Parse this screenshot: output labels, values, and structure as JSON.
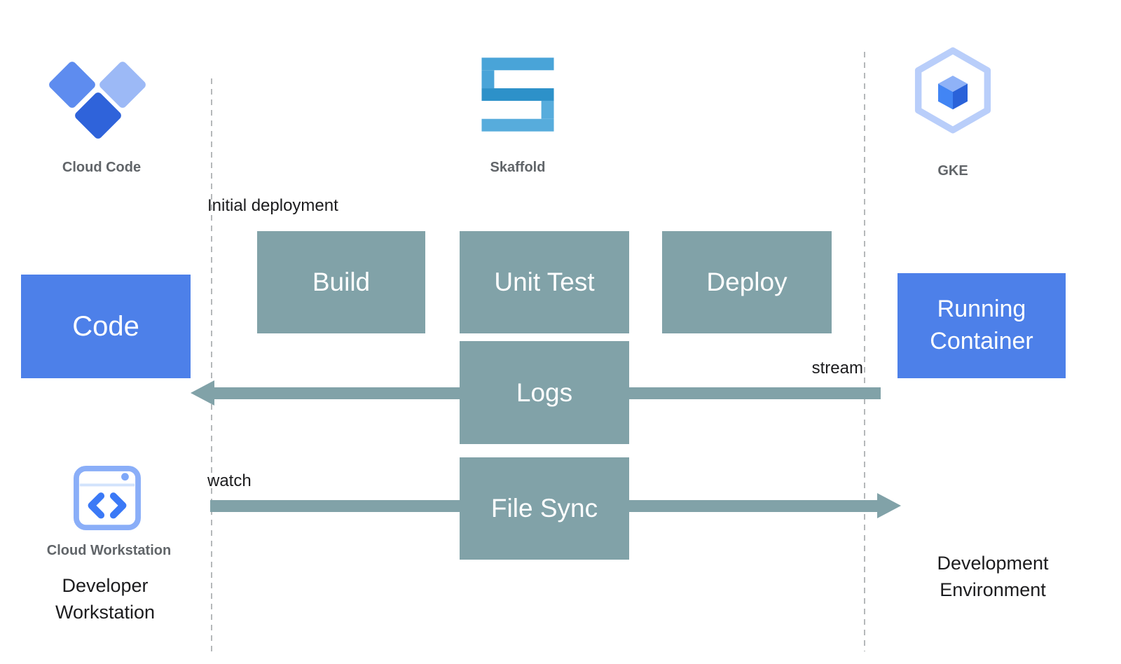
{
  "colors": {
    "blue": "#4d80e9",
    "teal": "#81a2a8",
    "caption_gray": "#616569",
    "text_dark": "#1c1c1e",
    "dash": "#b5b8ba",
    "cc_d1": "#5e8cef",
    "cc_d2": "#9cb9f6",
    "cc_d3": "#2f63da",
    "sk_a": "#49a4d8",
    "sk_b": "#2d91c9",
    "sk_c": "#57acdc",
    "gke_outline": "#b9cefa",
    "gke_top": "#8fb2f7",
    "gke_left": "#4285f4",
    "gke_right": "#2a62d9",
    "ws_outline": "#8aaef8",
    "ws_accent": "#7da7f8",
    "ws_chevron": "#3b79f6",
    "ws_divider": "#d2e3fc"
  },
  "nodes": {
    "cloud_code": {
      "label": "Cloud Code",
      "icon": "cloud-code-icon"
    },
    "skaffold": {
      "label": "Skaffold",
      "icon": "skaffold-icon"
    },
    "gke": {
      "label": "GKE",
      "icon": "gke-hexagon-cube-icon"
    },
    "cloud_workstation": {
      "label": "Cloud Workstation",
      "icon": "cloud-workstation-icon"
    },
    "code": {
      "label": "Code"
    },
    "build": {
      "label": "Build"
    },
    "unit_test": {
      "label": "Unit Test"
    },
    "deploy": {
      "label": "Deploy"
    },
    "logs": {
      "label": "Logs"
    },
    "file_sync": {
      "label": "File Sync"
    },
    "running_container": {
      "label": "Running Container"
    }
  },
  "annotations": {
    "initial_deployment": "Initial deployment",
    "stream": "stream",
    "watch": "watch",
    "developer_workstation": "Developer Workstation",
    "development_environment": "Development Environment"
  }
}
